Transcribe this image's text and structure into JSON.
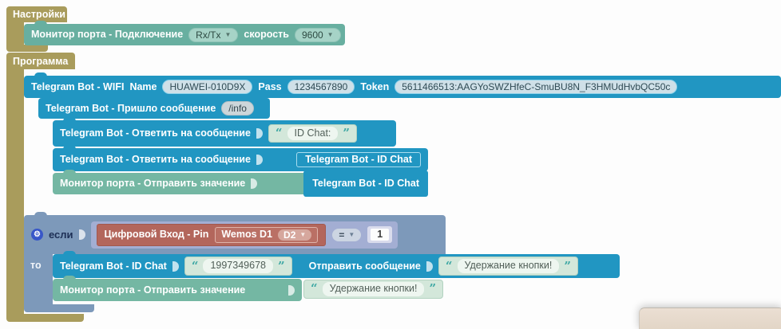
{
  "colors": {
    "olive": "#a99c5c",
    "blue": "#2196c2",
    "teal": "#68afa0",
    "green": "#74b7a3",
    "steel_blue": "#7d99ba",
    "slate": "#a3aed3",
    "red": "#b3665c",
    "mint": "#d3e7da"
  },
  "quotes": {
    "open": "“",
    "close": "”"
  },
  "workspace": {
    "settings": {
      "label": "Настройки"
    },
    "monitor_connect": {
      "label": "Монитор порта - Подключение",
      "connection": "Rx/Tx",
      "speed_label": "скорость",
      "speed": "9600"
    },
    "program": {
      "label": "Программа"
    },
    "wifi": {
      "title": "Telegram Bot - WIFI",
      "name_label": "Name",
      "name_value": "HUAWEI-010D9X",
      "pass_label": "Pass",
      "pass_value": "1234567890",
      "token_label": "Token",
      "token_value": "5611466513:AAGYoSWZHfeC-SmuBU8N_F3HMUdHvbQC50c"
    },
    "incoming": {
      "label": "Telegram Bot - Пришло сообщение",
      "command": "/info"
    },
    "reply_text": {
      "label": "Telegram Bot - Ответить на сообщение",
      "value": "ID Chat:"
    },
    "reply_id": {
      "label": "Telegram Bot - Ответить на сообщение",
      "value": "Telegram Bot - ID Chat"
    },
    "monitor_send_id": {
      "label": "Монитор порта - Отправить значение",
      "value": "Telegram Bot - ID Chat"
    },
    "if_block": {
      "if_label": "если",
      "then_label": "то",
      "condition": {
        "pin_label": "Цифровой Вход - Pin",
        "board": "Wemos D1",
        "pin": "D2",
        "operator": "=",
        "value": "1"
      },
      "send_message": {
        "id_label": "Telegram Bot - ID Chat",
        "chat_id": "1997349678",
        "send_label": "Отправить сообщение",
        "message": "Удержание кнопки!"
      },
      "monitor_send": {
        "label": "Монитор порта - Отправить значение",
        "value": "Удержание кнопки!"
      }
    }
  }
}
